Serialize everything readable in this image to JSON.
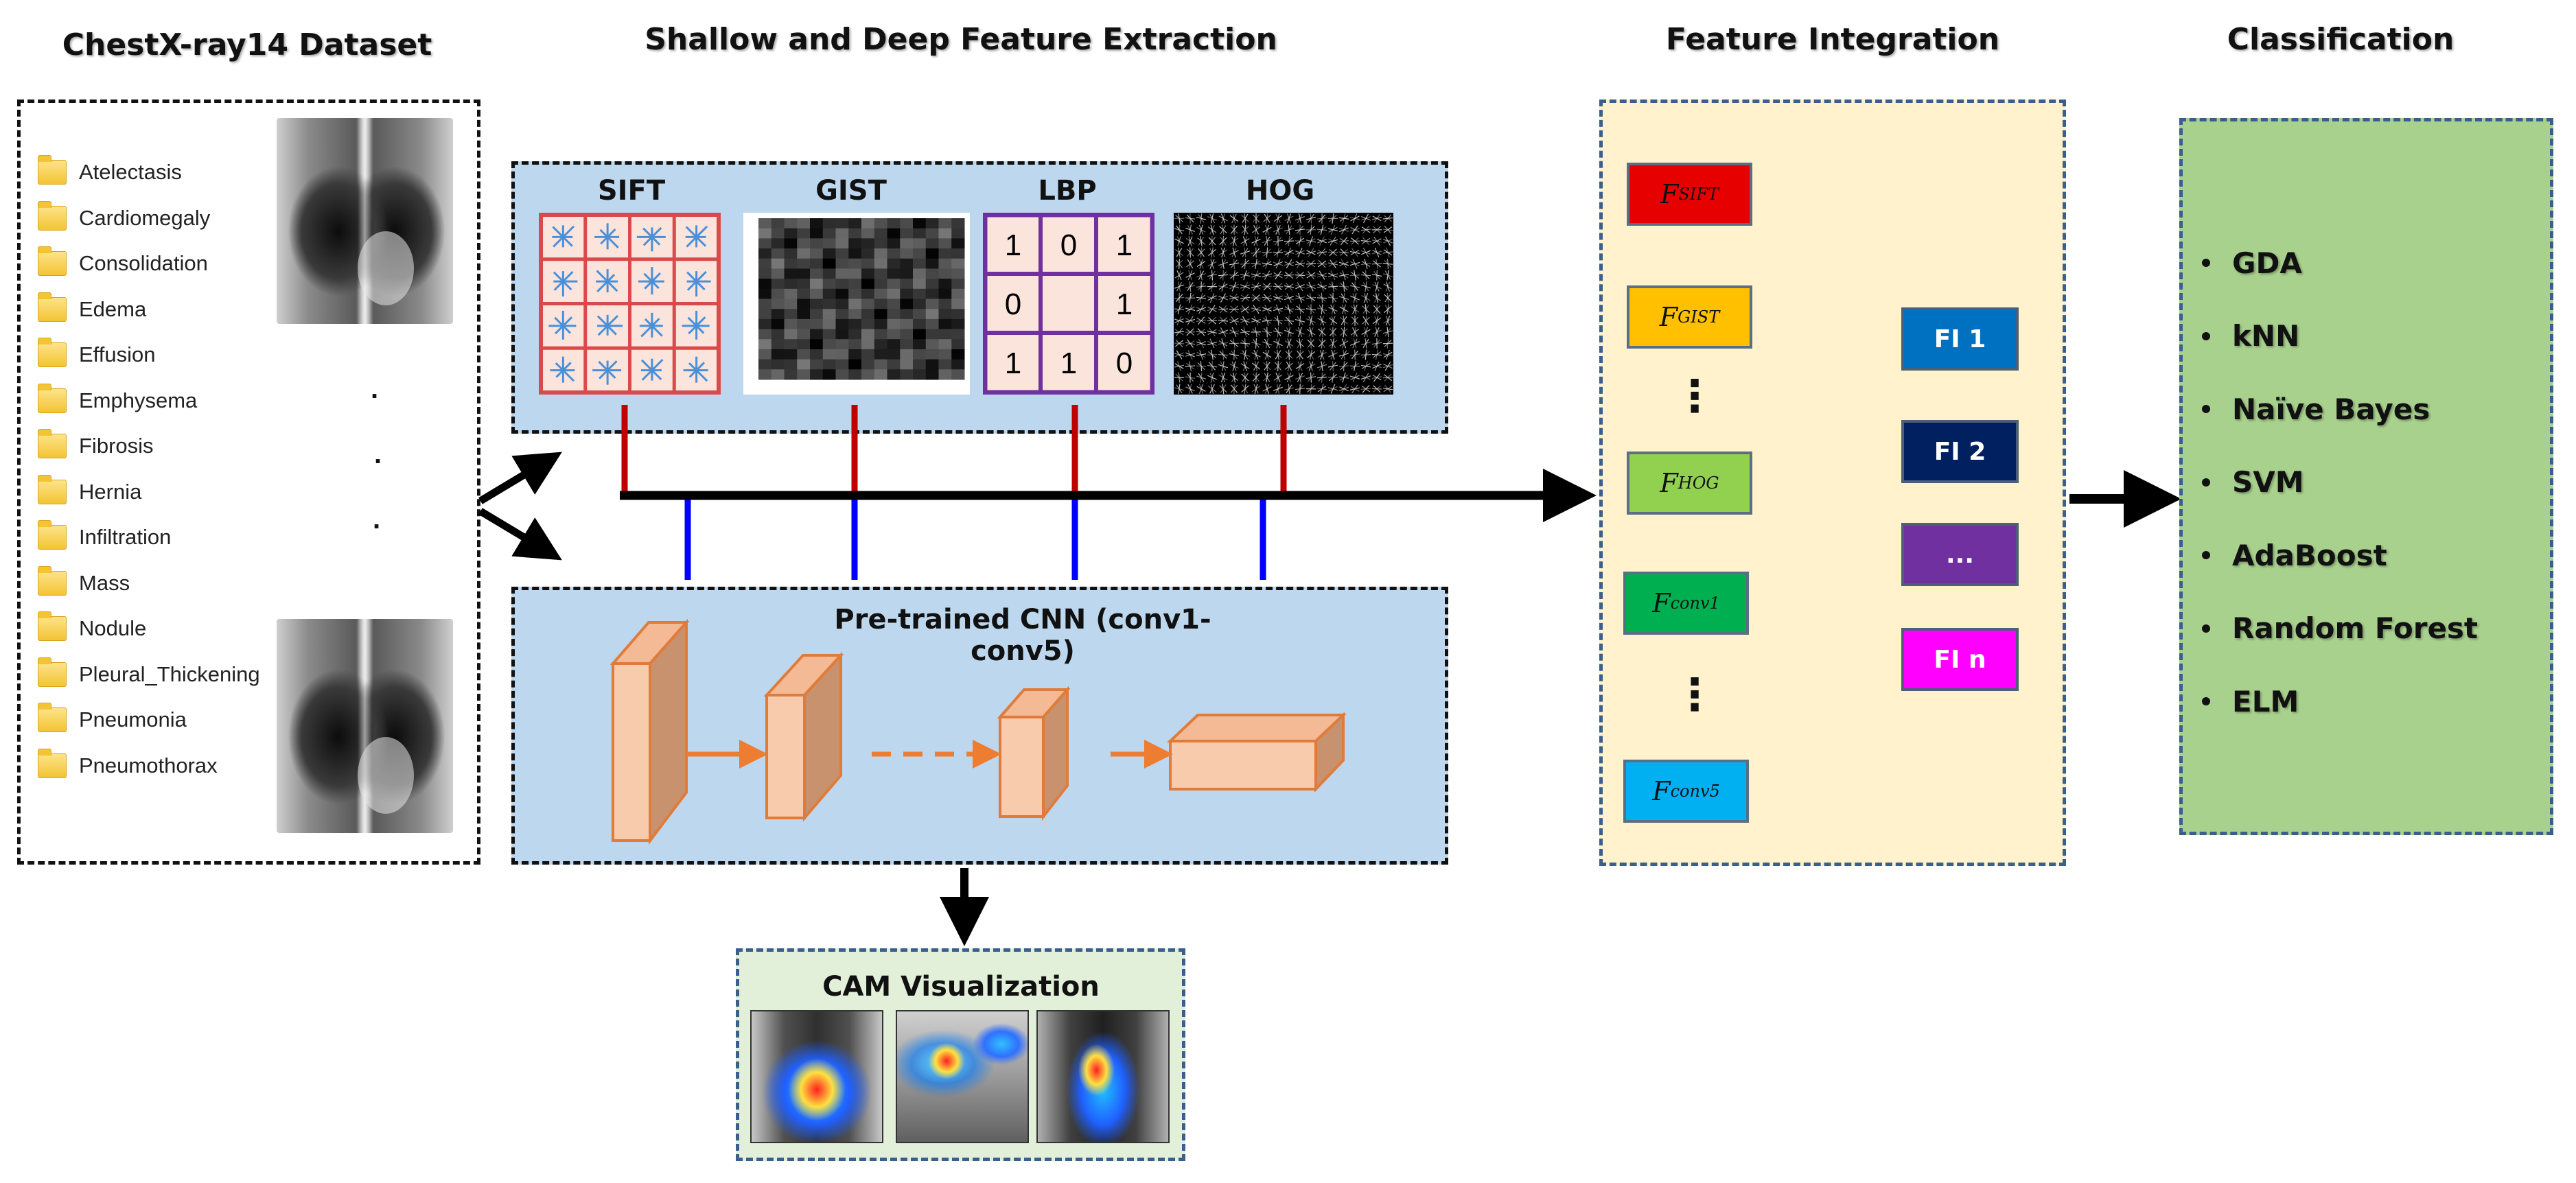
{
  "titles": {
    "dataset": "ChestX-ray14 Dataset",
    "extraction": "Shallow and Deep Feature Extraction",
    "integration": "Feature Integration",
    "classification": "Classification"
  },
  "dataset": {
    "classes": [
      "Atelectasis",
      "Cardiomegaly",
      "Consolidation",
      "Edema",
      "Effusion",
      "Emphysema",
      "Fibrosis",
      "Hernia",
      "Infiltration",
      "Mass",
      "Nodule",
      "Pleural_Thickening",
      "Pneumonia",
      "Pneumothorax"
    ],
    "ellipsis_dots": [
      ".",
      ".",
      "."
    ]
  },
  "shallow": {
    "labels": [
      "SIFT",
      "GIST",
      "LBP",
      "HOG"
    ],
    "lbp_values": [
      "1",
      "0",
      "1",
      "0",
      "",
      "1",
      "1",
      "1",
      "0"
    ]
  },
  "cnn": {
    "label": "Pre-trained CNN (conv1-conv5)"
  },
  "cam": {
    "label": "CAM Visualization"
  },
  "features": [
    {
      "base": "F",
      "sub": "SIFT",
      "color": "#e60000"
    },
    {
      "base": "F",
      "sub": "GIST",
      "color": "#ffc000"
    },
    {
      "base": "F",
      "sub": "HOG",
      "color": "#92d050"
    },
    {
      "base": "F",
      "sub": "conv1",
      "color": "#00b050"
    },
    {
      "base": "F",
      "sub": "conv5",
      "color": "#00b0f0"
    }
  ],
  "feature_ellipsis": "⋮",
  "fi_boxes": [
    {
      "label": "FI 1",
      "color": "#0070c0"
    },
    {
      "label": "FI 2",
      "color": "#002060"
    },
    {
      "label": "...",
      "color": "#7030a0"
    },
    {
      "label": "FI n",
      "color": "#ff00ff"
    }
  ],
  "classifiers": [
    "GDA",
    "kNN",
    "Naïve Bayes",
    "SVM",
    "AdaBoost",
    "Random Forest",
    "ELM"
  ],
  "colors": {
    "panel_blue": "#bdd7ee",
    "integration_bg": "#fff2cc",
    "classification_bg": "#a9d18e",
    "cam_bg": "#e2efd9",
    "shallow_connector": "#c00000",
    "deep_connector": "#0000ff",
    "cnn_block": "#f8cbad",
    "cnn_arrow": "#ed7d31"
  }
}
